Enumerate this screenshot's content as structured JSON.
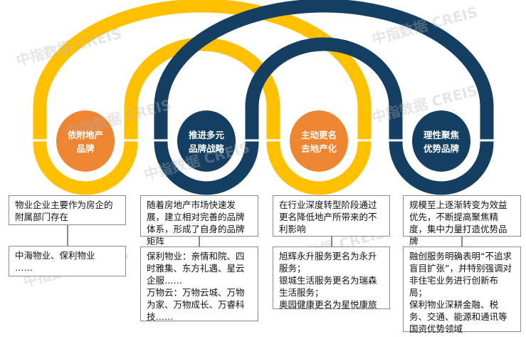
{
  "colors": {
    "yellow": "#FFC000",
    "navy": "#143F62",
    "orange": "#ED8532"
  },
  "watermark": "中指数据 CREIS",
  "stages": [
    {
      "title": "依附地产\n品牌",
      "desc": "物业企业主要作为房企的附属部门存在",
      "examples": "中海物业、保利物业\n……"
    },
    {
      "title": "推进多元\n品牌战略",
      "desc": "随着房地产市场快速发展，建立相对完善的品牌体系，形成了自身的品牌矩阵",
      "examples": "保利物业：亲情和院、四时雅集、东方礼遇、星云企服……\n万物云：万物云城、万物为家、万物成长、万睿科技……"
    },
    {
      "title": "主动更名\n去地产化",
      "desc": "在行业深度转型阶段通过更名降低地产所带来的不利影响",
      "examples": "旭辉永升服务更名为永升服务；\n银城生活服务更名为瑞森生活服务；\n奥园健康更名为星悦康旅"
    },
    {
      "title": "理性聚焦\n优势品牌",
      "desc": "规模至上逐渐转变为效益优先，不断提高聚焦精度，集中力量打造优势品牌",
      "examples": "融创服务明确表明“不追求盲目扩张”，并特别强调对非住宅业务进行创新布局；\n保利物业深耕金融、税务、交通、能源和通讯等国资优势领域"
    }
  ]
}
